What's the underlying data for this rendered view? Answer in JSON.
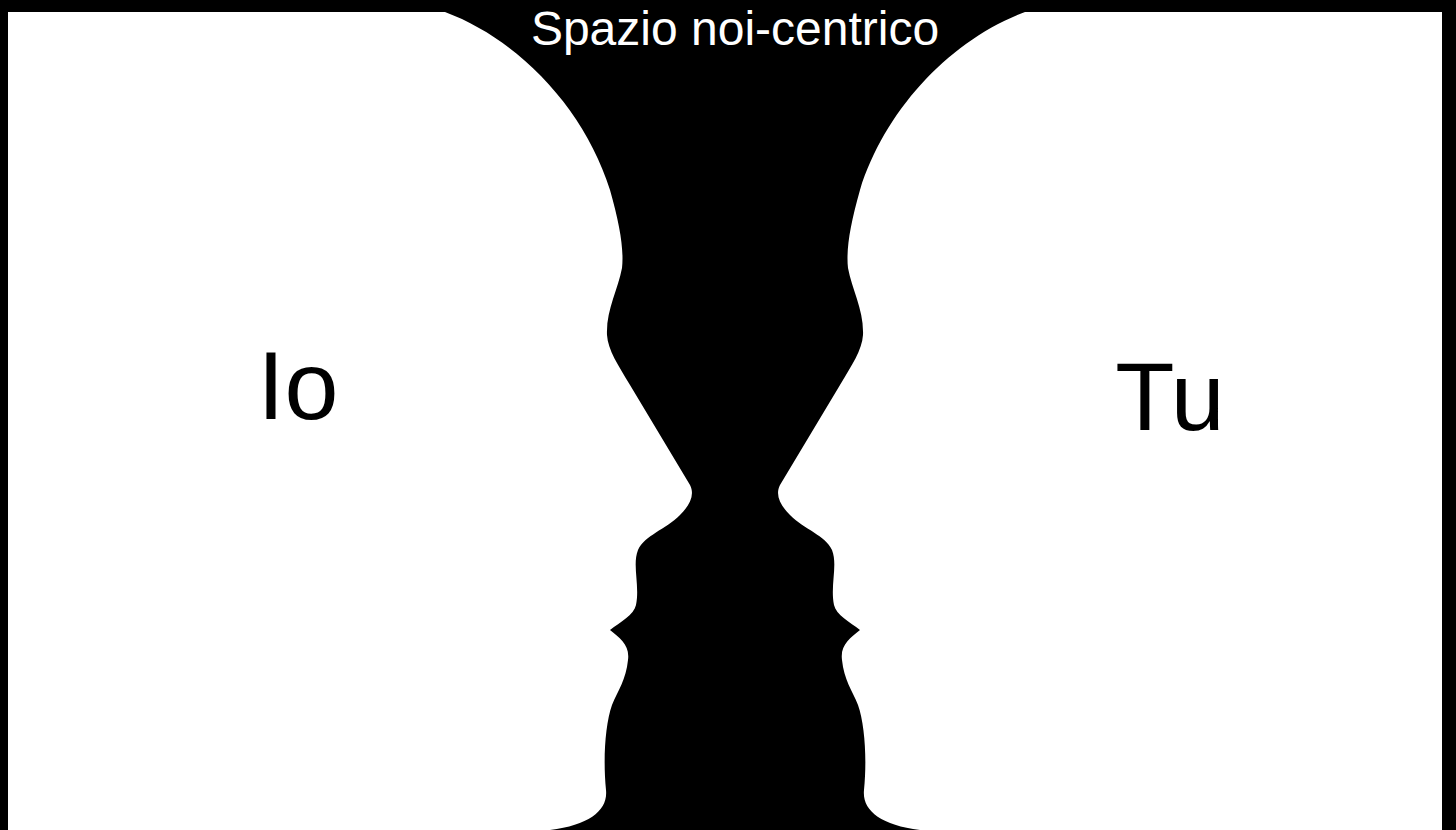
{
  "diagram": {
    "nodes": [
      {
        "text": [
          "Spazio noi-centrico"
        ]
      },
      {
        "text": [
          "Io"
        ]
      },
      {
        "text": [
          "Tu"
        ]
      }
    ]
  }
}
